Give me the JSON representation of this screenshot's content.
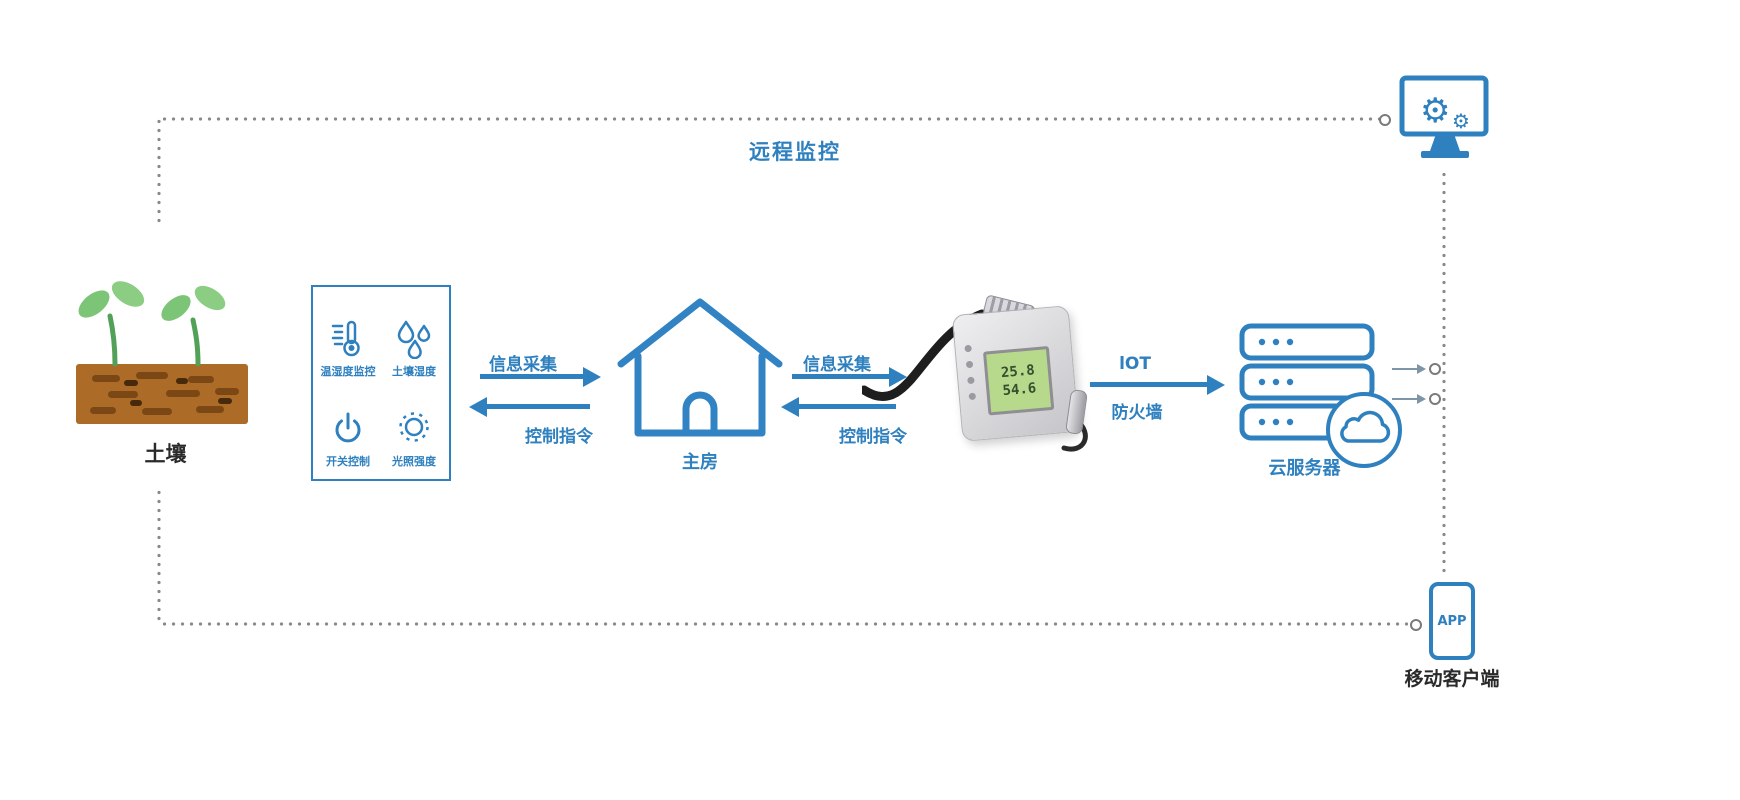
{
  "diagram": {
    "remote_monitoring_label": "远程监控",
    "soil_label": "土壤",
    "house_label": "主房",
    "cloud_server_label": "云服务器",
    "mobile_client_label": "移动客户端",
    "app_label": "APP",
    "iot_label": "lOT",
    "firewall_label": "防火墙",
    "flow_left": {
      "collect_label": "信息采集",
      "control_label": "控制指令"
    },
    "flow_right": {
      "collect_label": "信息采集",
      "control_label": "控制指令"
    },
    "sensor_panel": {
      "items": [
        {
          "icon": "thermometer-icon",
          "label": "温湿度监控"
        },
        {
          "icon": "water-drops-icon",
          "label": "土壤湿度"
        },
        {
          "icon": "power-switch-icon",
          "label": "开关控制"
        },
        {
          "icon": "sun-icon",
          "label": "光照强度"
        }
      ]
    },
    "device_lcd": {
      "line1": "25.8",
      "line2": "54.6"
    },
    "icons": {
      "gear_large": "⚙",
      "gear_small": "⚙"
    },
    "colors": {
      "accent": "#2E80BF",
      "dotted_line": "#8A8A8A",
      "plant_green": "#7CC576",
      "soil_brown": "#AD6B28"
    }
  }
}
